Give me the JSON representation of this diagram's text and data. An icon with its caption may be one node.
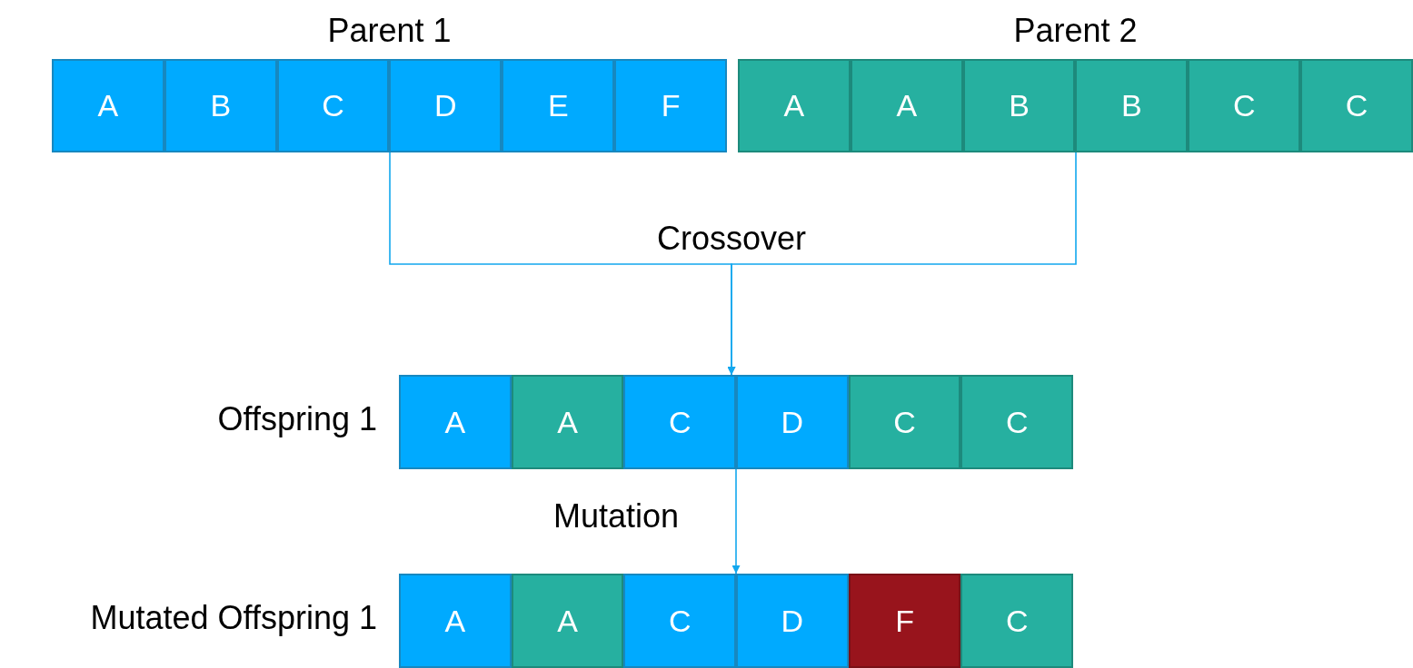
{
  "diagram": {
    "nodes": [
      {
        "text": [
          "Parent 1"
        ]
      },
      {
        "text": [
          "A"
        ],
        "in": 0
      },
      {
        "text": [
          "B"
        ],
        "in": 0
      },
      {
        "text": [
          "C"
        ],
        "in": 0
      },
      {
        "text": [
          "D"
        ],
        "in": 0
      },
      {
        "text": [
          "E"
        ],
        "in": 0
      },
      {
        "text": [
          "F"
        ],
        "in": 0
      },
      {
        "text": [
          "Parent 2"
        ]
      },
      {
        "text": [
          "A"
        ],
        "in": 7
      },
      {
        "text": [
          "A"
        ],
        "in": 7
      },
      {
        "text": [
          "B"
        ],
        "in": 7
      },
      {
        "text": [
          "B"
        ],
        "in": 7
      },
      {
        "text": [
          "C"
        ],
        "in": 7
      },
      {
        "text": [
          "C"
        ],
        "in": 7
      },
      {
        "text": [
          "Offspring 1"
        ]
      },
      {
        "text": [
          "A"
        ],
        "in": 14
      },
      {
        "text": [
          "A"
        ],
        "in": 14
      },
      {
        "text": [
          "C"
        ],
        "in": 14
      },
      {
        "text": [
          "D"
        ],
        "in": 14
      },
      {
        "text": [
          "C"
        ],
        "in": 14
      },
      {
        "text": [
          "C"
        ],
        "in": 14
      },
      {
        "text": [
          "Mutated Offspring 1"
        ]
      },
      {
        "text": [
          "A"
        ],
        "in": 21
      },
      {
        "text": [
          "A"
        ],
        "in": 21
      },
      {
        "text": [
          "C"
        ],
        "in": 21
      },
      {
        "text": [
          "D"
        ],
        "in": 21
      },
      {
        "text": [
          "F"
        ],
        "in": 21
      },
      {
        "text": [
          "C"
        ],
        "in": 21
      }
    ],
    "edges": [
      {
        "from": 0,
        "to": 14,
        "arrow": "to",
        "label": "Crossover"
      },
      {
        "from": 7,
        "to": 14,
        "arrow": "to"
      },
      {
        "from": 14,
        "to": 21,
        "arrow": "to",
        "label": "Mutation"
      }
    ]
  }
}
